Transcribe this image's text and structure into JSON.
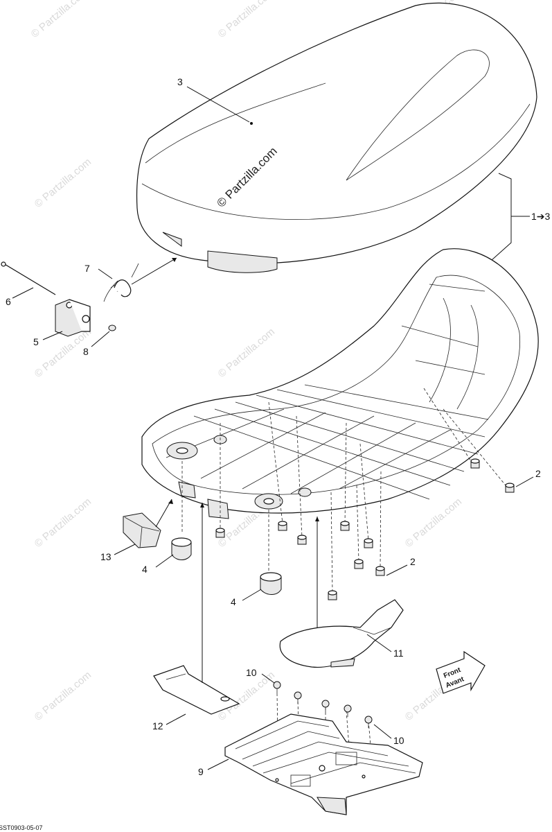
{
  "watermark": {
    "main": "© Partzilla.com",
    "repeat": "© Partzilla.com"
  },
  "callouts": {
    "c3": "3",
    "c1to3": "1➔3",
    "c7": "7",
    "c6": "6",
    "c5": "5",
    "c8": "8",
    "c2a": "2",
    "c2b": "2",
    "c13": "13",
    "c4a": "4",
    "c4b": "4",
    "c11": "11",
    "c10a": "10",
    "c10b": "10",
    "c12": "12",
    "c9": "9"
  },
  "front_label": {
    "line1": "Front",
    "line2": "Avant"
  },
  "figure_ref": "SST0903-05-07"
}
